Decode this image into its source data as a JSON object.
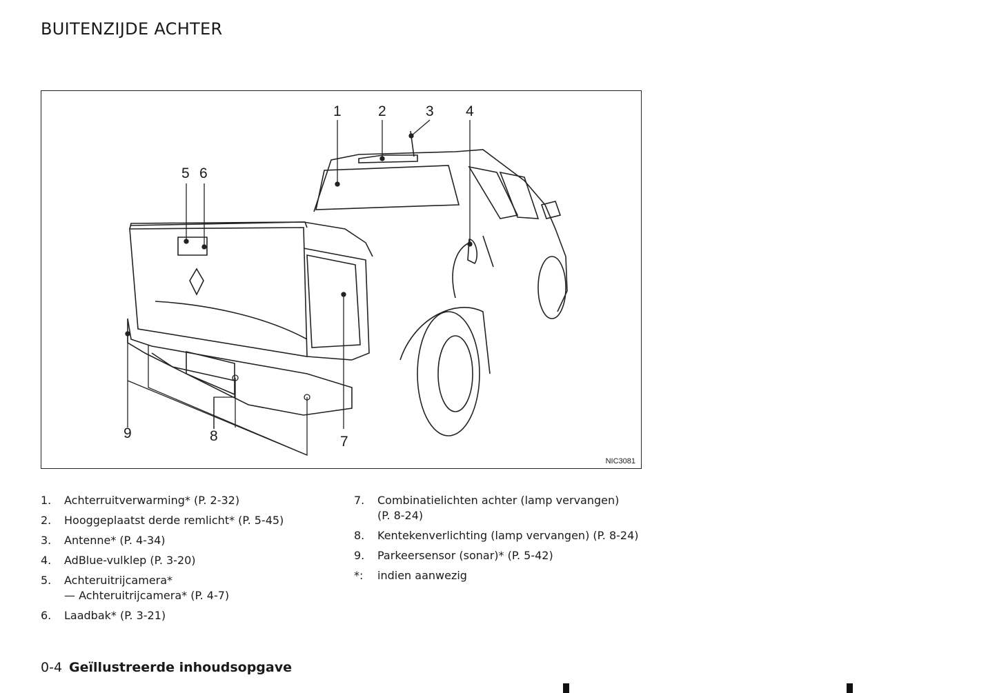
{
  "page_title": "BUITENZIJDE ACHTER",
  "figure": {
    "code": "NIC3081",
    "callouts": [
      "1",
      "2",
      "3",
      "4",
      "5",
      "6",
      "7",
      "8",
      "9"
    ]
  },
  "legend_left": [
    {
      "num": "1.",
      "text": "Achterruitverwarming* (P. 2-32)"
    },
    {
      "num": "2.",
      "text": "Hooggeplaatst derde remlicht* (P. 5-45)"
    },
    {
      "num": "3.",
      "text": "Antenne* (P. 4-34)"
    },
    {
      "num": "4.",
      "text": "AdBlue-vulklep (P. 3-20)"
    },
    {
      "num": "5.",
      "text": "Achteruitrijcamera*",
      "sub": "— Achteruitrijcamera* (P. 4-7)"
    },
    {
      "num": "6.",
      "text": "Laadbak* (P. 3-21)"
    }
  ],
  "legend_right": [
    {
      "num": "7.",
      "text": "Combinatielichten achter (lamp vervangen)",
      "sub": "(P. 8-24)"
    },
    {
      "num": "8.",
      "text": "Kentekenverlichting (lamp vervangen) (P. 8-24)"
    },
    {
      "num": "9.",
      "text": "Parkeersensor (sonar)* (P. 5-42)"
    },
    {
      "num": "*:",
      "text": "indien aanwezig"
    }
  ],
  "footer": {
    "page": "0-4",
    "section": "Geïllustreerde inhoudsopgave"
  }
}
